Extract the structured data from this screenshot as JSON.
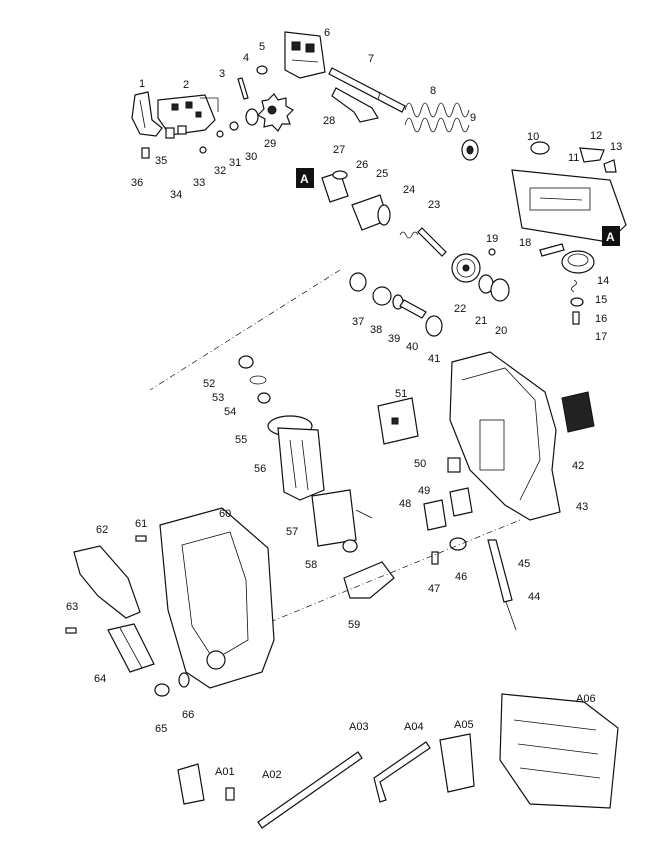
{
  "diagram": {
    "section_marker": "A",
    "parts": [
      {
        "id": "p1",
        "label": "1"
      },
      {
        "id": "p2",
        "label": "2"
      },
      {
        "id": "p3",
        "label": "3"
      },
      {
        "id": "p4",
        "label": "4"
      },
      {
        "id": "p5",
        "label": "5"
      },
      {
        "id": "p6",
        "label": "6"
      },
      {
        "id": "p7",
        "label": "7"
      },
      {
        "id": "p8",
        "label": "8"
      },
      {
        "id": "p9",
        "label": "9"
      },
      {
        "id": "p10",
        "label": "10"
      },
      {
        "id": "p11",
        "label": "11"
      },
      {
        "id": "p12",
        "label": "12"
      },
      {
        "id": "p13",
        "label": "13"
      },
      {
        "id": "p14",
        "label": "14"
      },
      {
        "id": "p15",
        "label": "15"
      },
      {
        "id": "p16",
        "label": "16"
      },
      {
        "id": "p17",
        "label": "17"
      },
      {
        "id": "p18",
        "label": "18"
      },
      {
        "id": "p19",
        "label": "19"
      },
      {
        "id": "p20",
        "label": "20"
      },
      {
        "id": "p21",
        "label": "21"
      },
      {
        "id": "p22",
        "label": "22"
      },
      {
        "id": "p23",
        "label": "23"
      },
      {
        "id": "p24",
        "label": "24"
      },
      {
        "id": "p25",
        "label": "25"
      },
      {
        "id": "p26",
        "label": "26"
      },
      {
        "id": "p27",
        "label": "27"
      },
      {
        "id": "p28",
        "label": "28"
      },
      {
        "id": "p29",
        "label": "29"
      },
      {
        "id": "p30",
        "label": "30"
      },
      {
        "id": "p31",
        "label": "31"
      },
      {
        "id": "p32",
        "label": "32"
      },
      {
        "id": "p33",
        "label": "33"
      },
      {
        "id": "p34",
        "label": "34"
      },
      {
        "id": "p35",
        "label": "35"
      },
      {
        "id": "p36",
        "label": "36"
      },
      {
        "id": "p37",
        "label": "37"
      },
      {
        "id": "p38",
        "label": "38"
      },
      {
        "id": "p39",
        "label": "39"
      },
      {
        "id": "p40",
        "label": "40"
      },
      {
        "id": "p41",
        "label": "41"
      },
      {
        "id": "p42",
        "label": "42"
      },
      {
        "id": "p43",
        "label": "43"
      },
      {
        "id": "p44",
        "label": "44"
      },
      {
        "id": "p45",
        "label": "45"
      },
      {
        "id": "p46",
        "label": "46"
      },
      {
        "id": "p47",
        "label": "47"
      },
      {
        "id": "p48",
        "label": "48"
      },
      {
        "id": "p49",
        "label": "49"
      },
      {
        "id": "p50",
        "label": "50"
      },
      {
        "id": "p51",
        "label": "51"
      },
      {
        "id": "p52",
        "label": "52"
      },
      {
        "id": "p53",
        "label": "53"
      },
      {
        "id": "p54",
        "label": "54"
      },
      {
        "id": "p55",
        "label": "55"
      },
      {
        "id": "p56",
        "label": "56"
      },
      {
        "id": "p57",
        "label": "57"
      },
      {
        "id": "p58",
        "label": "58"
      },
      {
        "id": "p59",
        "label": "59"
      },
      {
        "id": "p60",
        "label": "60"
      },
      {
        "id": "p61",
        "label": "61"
      },
      {
        "id": "p62",
        "label": "62"
      },
      {
        "id": "p63",
        "label": "63"
      },
      {
        "id": "p64",
        "label": "64"
      },
      {
        "id": "p65",
        "label": "65"
      },
      {
        "id": "p66",
        "label": "66"
      },
      {
        "id": "pA01",
        "label": "A01"
      },
      {
        "id": "pA02",
        "label": "A02"
      },
      {
        "id": "pA03",
        "label": "A03"
      },
      {
        "id": "pA04",
        "label": "A04"
      },
      {
        "id": "pA05",
        "label": "A05"
      },
      {
        "id": "pA06",
        "label": "A06"
      }
    ]
  }
}
